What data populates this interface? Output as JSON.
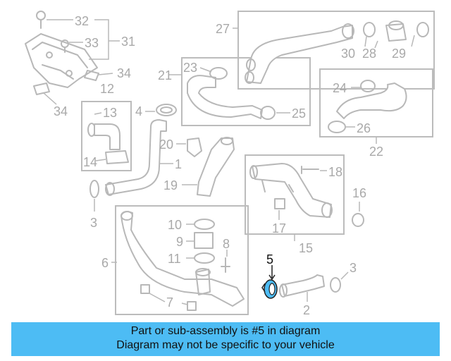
{
  "diagram": {
    "highlight_color": "#4dbcf4",
    "highlighted_part": "5",
    "callouts": {
      "c1": "1",
      "c2": "2",
      "c3a": "3",
      "c3b": "3",
      "c4": "4",
      "c5": "5",
      "c6": "6",
      "c7": "7",
      "c8": "8",
      "c9": "9",
      "c10": "10",
      "c11": "11",
      "c12": "12",
      "c13": "13",
      "c14": "14",
      "c15": "15",
      "c16": "16",
      "c17": "17",
      "c18": "18",
      "c19": "19",
      "c20": "20",
      "c21": "21",
      "c22": "22",
      "c23": "23",
      "c24": "24",
      "c25": "25",
      "c26": "26",
      "c27": "27",
      "c28": "28",
      "c29": "29",
      "c30": "30",
      "c31": "31",
      "c32": "32",
      "c33": "33",
      "c34a": "34",
      "c34b": "34"
    }
  },
  "banner": {
    "line1": "Part or sub-assembly is #5 in diagram",
    "line2": "Diagram may not be specific to your vehicle",
    "color": "#4dbcf4"
  }
}
